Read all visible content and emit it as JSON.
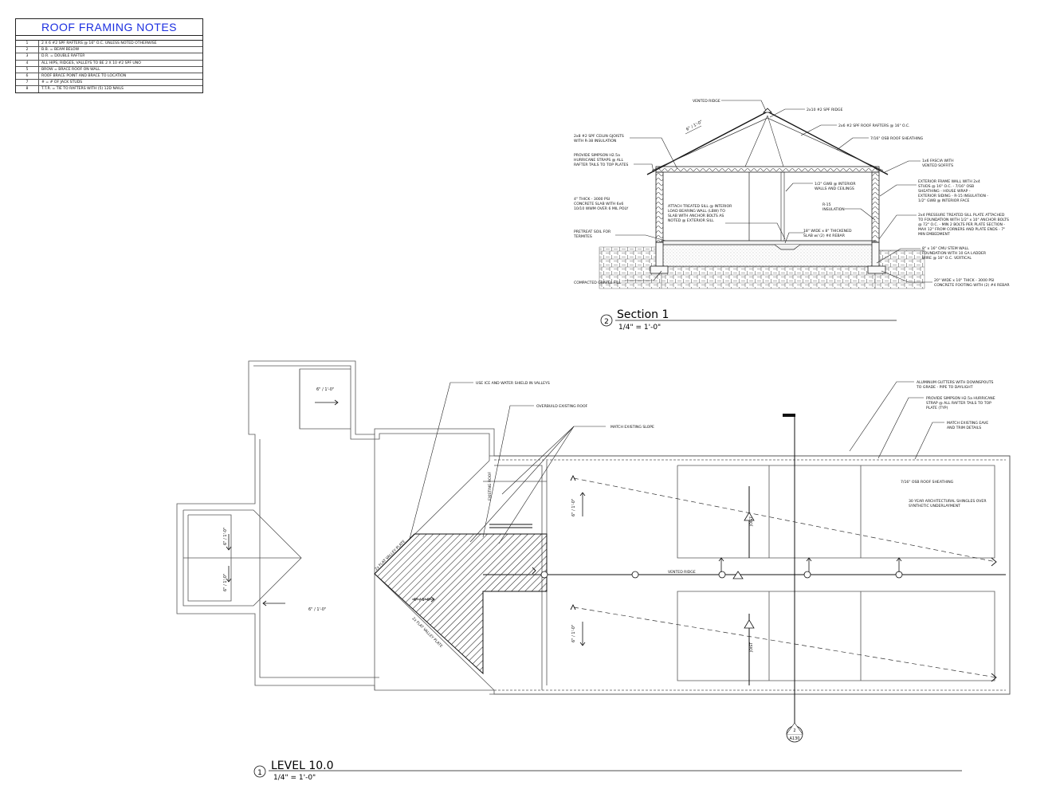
{
  "notes": {
    "title": "ROOF FRAMING NOTES",
    "rows": [
      {
        "num": "1",
        "text": "2 X 6 #2 SPF RAFTERS @ 16\" O.C. UNLESS NOTED OTHERWISE"
      },
      {
        "num": "2",
        "text": "B.B. = BEAM BELOW"
      },
      {
        "num": "3",
        "text": "D.R. = DOUBLE RAFTER"
      },
      {
        "num": "4",
        "text": "ALL HIPS, RIDGES, VALLEYS TO BE 2 X 10 #2 SPF UNO"
      },
      {
        "num": "5",
        "text": "BROW = BRACE ROOF ON WALL"
      },
      {
        "num": "6",
        "text": "ROOF BRACE POINT AND BRACE TO LOCATION"
      },
      {
        "num": "7",
        "text": "# = # OF JACK STUDS"
      },
      {
        "num": "8",
        "text": "T.T.R. = TIE TO RAFTERS WITH (5) 12D NAILS"
      }
    ]
  },
  "section": {
    "number": "2",
    "title": "Section 1",
    "scale": "1/4\" = 1'-0\"",
    "slope": "6\" / 1'-0\"",
    "labels": {
      "vented_ridge": "VENTED RIDGE",
      "ridge": "2x10 #2 SPF RIDGE",
      "rafters": "2x6 #2 SPF ROOF RAFTERS @ 16\" O.C.",
      "sheathing": "7/16\" OSB ROOF SHEATHING",
      "ceiling_1": "2x8 #2 SPF CEILIN GJOISTS",
      "ceiling_2": "WITH R-38 INSULATION",
      "straps_1": "PROVIDE SIMPSON H2.5a",
      "straps_2": "HURRICANE STRAPS @ ALL",
      "straps_3": "RAFTER TAILS TO TOP PLATES",
      "fascia_1": "1x6 FASCIA WITH",
      "fascia_2": "VENTED SOFFITS",
      "gwb_1": "1/2\" GWB @ INTERIOR",
      "gwb_2": "WALLS AND CEILINGS",
      "wall_1": "EXTERIOR FRAME WALL WITH 2x4",
      "wall_2": "STUDS @ 16\" O.C. - 7/16\" OSB",
      "wall_3": "SHEATHING - HOUSE WRAP -",
      "wall_4": "EXTERIOR SIDING - R-15 INSULATION -",
      "wall_5": "1/2\" GWB @ INTERIOR FACE",
      "slab_1": "4\" THICK - 3000 PSI",
      "slab_2": "CONCRETE SLAB WITH 6x6",
      "slab_3": "10/10 WWM OVER 6 MIL POLY",
      "sill_1": "ATTACH TREATED SILL @ INTERIOR",
      "sill_2": "LOAD BEARING WALL (LBW) TO",
      "sill_3": "SLAB WITH ANCHOR BOLTS AS",
      "sill_4": "NOTED @ EXTERIOR SILL",
      "r15_1": "R-15",
      "r15_2": "INSULATION",
      "plate_1": "2x4 PRESSURE TREATED SILL PLATE ATTACHED",
      "plate_2": "TO FOUNDATION WITH 1/2\" x 10\" ANCHOR BOLTS",
      "plate_3": "@ 72\" O.C. - MIN 2 BOLTS PER PLATE SECTION -",
      "plate_4": "MAX 12\" FROM CORNERS AND PLATE ENDS - 7\"",
      "plate_5": "MIN EMBEDMENT",
      "soil_1": "PRETREAT SOIL FOR",
      "soil_2": "TERMITES",
      "thick_1": "18\" WIDE x 8\" THICKENED",
      "thick_2": "SLAB w/ (2) #4 REBAR",
      "cmu_1": "8\" x 16\" CMU STEM WALL",
      "cmu_2": "FOUNDATION WITH 10 GA LADDER",
      "cmu_3": "WIRE @ 16\" O.C. VERTICAL",
      "gravel": "COMPACTED GRAVEL FILL",
      "footing_1": "20\" WIDE x 10\" THICK - 3000 PSI",
      "footing_2": "CONCRETE FOOTING WITH (2) #4 REBAR"
    }
  },
  "plan": {
    "number": "1",
    "title": "LEVEL 10.0",
    "scale": "1/4\" = 1'-0\"",
    "slope": "6\" / 1'-0\"",
    "labels": {
      "ice_water": "USE ICE AND WATER SHIELD IN VALLEYS",
      "overbuild": "OVERBUILD EXISTING ROOF",
      "match_slope": "MATCH EXISTING SLOPE",
      "existing_roof": "EXISTING ROOF",
      "valley_plate": "2x FLAT VALLEY PLATE",
      "vented_ridge": "VENTED RIDGE",
      "gutters_1": "ALUMINUM GUTTERS WITH DOWNSPOUTS",
      "gutters_2": "TO GRADE - PIPE TO DAYLIGHT",
      "straps_1": "PROVIDE SIMPSON H2.5a HURRICANE",
      "straps_2": "STRAP @ ALL RAFTER TAILS TO TOP",
      "straps_3": "PLATE (TYP)",
      "eave_1": "MATCH EXISTING EAVE",
      "eave_2": "AND TRIM DETAILS",
      "osb": "7/16\" OSB ROOF SHEATHING",
      "shingles_1": "30 YEAR ARCHITECTURAL SHINGLES OVER",
      "shingles_2": "SYNTHETIC UNDERLAYMENT",
      "joist": "JOIST",
      "section_ref_num": "2",
      "section_ref_sheet": "A130"
    }
  }
}
